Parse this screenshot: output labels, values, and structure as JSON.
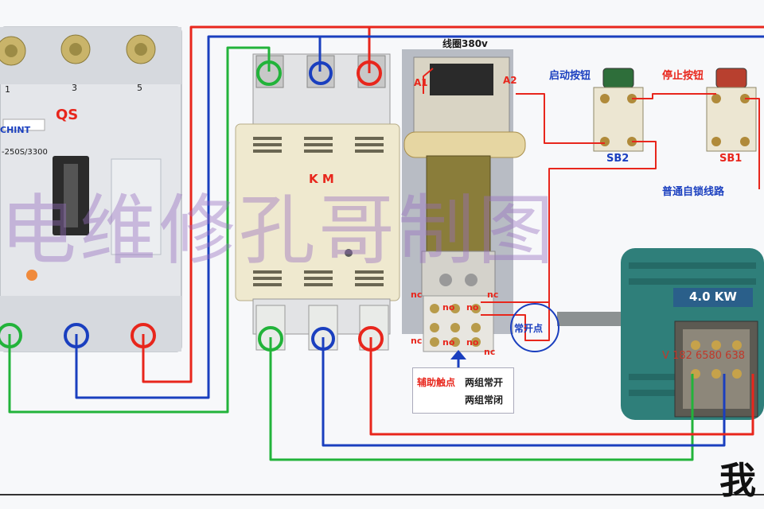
{
  "labels": {
    "qs": "QS",
    "brand": "CHINT",
    "breaker_model": "-250S/3300",
    "km": "K M",
    "coil": "线圈380v",
    "a1": "A1",
    "a2": "A2",
    "start_btn": "启动按钮",
    "stop_btn": "停止按钮",
    "sb2": "SB2",
    "sb1": "SB1",
    "self_lock": "普通自锁线路",
    "motor_power": "4.0 KW",
    "normally_open": "常开点",
    "aux_contacts": "辅助触点",
    "two_no": "两组常开",
    "two_nc": "两组常闭",
    "motor_plate": "V 182 6580 638",
    "term_1": "1",
    "term_3": "3",
    "term_5": "5",
    "nc": "nc",
    "no": "no"
  },
  "watermark": "电维修孔哥制图",
  "bottom_char": "我",
  "wire_colors": {
    "red": "#e8261c",
    "blue": "#1a3fbf",
    "green": "#22b33a"
  }
}
